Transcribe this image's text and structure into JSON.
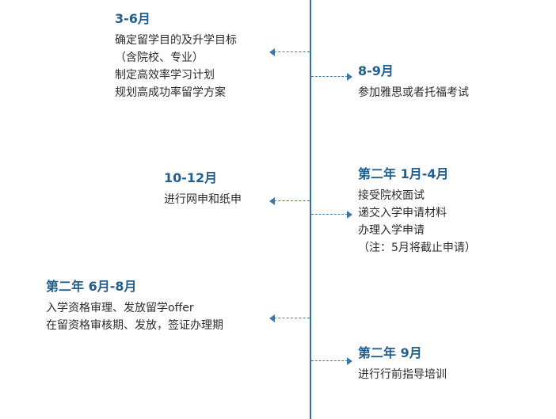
{
  "timeline": {
    "left": [
      {
        "title": "3-6月",
        "lines": [
          "确定留学目的及升学目标",
          "（含院校、专业）",
          "制定高效率学习计划",
          "规划高成功率留学方案"
        ]
      },
      {
        "title": "10-12月",
        "lines": [
          "进行网申和纸申"
        ]
      },
      {
        "title": "第二年 6月-8月",
        "lines": [
          "入学资格审理、发放留学offer",
          "在留资格审核期、发放，签证办理期"
        ]
      }
    ],
    "right": [
      {
        "title": "8-9月",
        "lines": [
          "参加雅思或者托福考试"
        ]
      },
      {
        "title": "第二年 1月-4月",
        "lines": [
          "接受院校面试",
          "递交入学申请材料",
          "办理入学申请",
          "（注：5月将截止申请）"
        ]
      },
      {
        "title": "第二年 9月",
        "lines": [
          "进行行前指导培训"
        ]
      }
    ]
  },
  "colors": {
    "accent": "#215f8f",
    "axis": "#3b6f9a",
    "text": "#2c2c2c"
  }
}
